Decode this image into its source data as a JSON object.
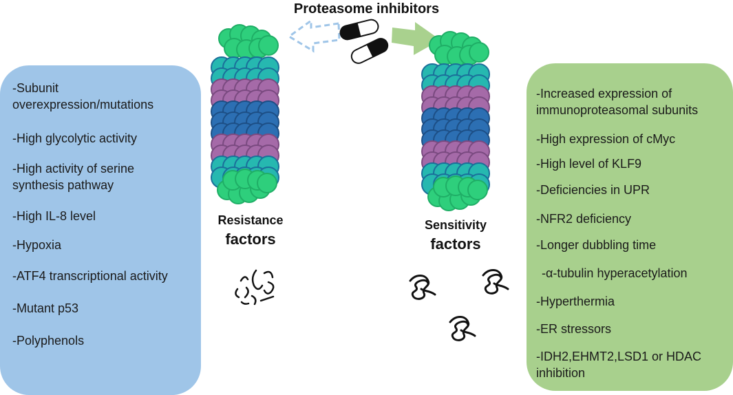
{
  "title": "Proteasome inhibitors",
  "resistance": {
    "label_line1": "Resistance",
    "label_line2": "factors",
    "items": [
      "-Subunit\noverexpression/mutations",
      "-High glycolytic activity",
      "-High activity of  serine\nsynthesis pathway",
      "-High IL-8 level",
      "-Hypoxia",
      "-ATF4 transcriptional activity",
      "-Mutant p53",
      "-Polyphenols"
    ]
  },
  "sensitivity": {
    "label_line1": "Sensitivity",
    "label_line2": "factors",
    "items": [
      "-Increased expression of\nimmunoproteasomal subunits",
      "-High expression of cMyc",
      "-High level of KLF9",
      "-Deficiencies in UPR",
      "-NFR2 deficiency",
      "-Longer dubbling time",
      "-α-tubulin hyperacetylation",
      "-Hyperthermia",
      "-ER stressors",
      "-IDH2,EHMT2,LSD1 or HDAC\ninhibition"
    ]
  },
  "colors": {
    "left_panel": "#9fc5e8",
    "right_panel": "#a8d08d",
    "cap_green": "#2ecf7c",
    "teal_ring": "#26b8b0",
    "purple_ring": "#a56aa8",
    "blue_ring": "#2c6fb3",
    "arrow_green": "#a9d18e",
    "arrow_dashed": "#9fc5e8"
  },
  "icons": [
    "pill-icon",
    "dashed-arrow-icon",
    "green-arrow-icon",
    "proteasome-icon",
    "protein-fragments-icon",
    "folded-protein-icon"
  ]
}
